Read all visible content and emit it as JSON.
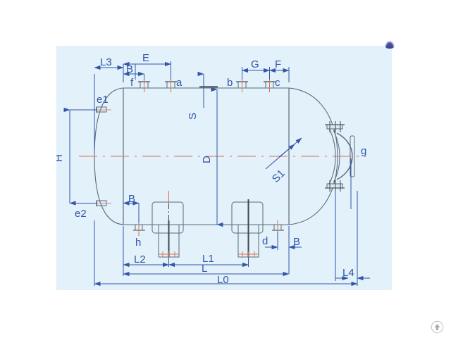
{
  "page": {
    "background_color": "#ffffff",
    "drawing_background_color": "#e2f1fa",
    "line_color": "#4a5a6a",
    "dimension_color": "#3355aa",
    "centerline_color": "#e08878",
    "nozzle_color": "#e06a4a",
    "title": "Horizontal Pressure Vessel / Storage Tank General Arrangement Drawing"
  },
  "drawing": {
    "type": "engineering-elevation-view",
    "description": "Horizontal cylindrical pressure vessel with dished heads, saddle supports, top nozzles and side manhole",
    "dimension_labels": {
      "L3": "L3",
      "E": "E",
      "B_top": "B",
      "f": "f",
      "a": "a",
      "b": "b",
      "G": "G",
      "F": "F",
      "c": "c",
      "S": "S",
      "S1": "S1",
      "e1": "e1",
      "e2": "e2",
      "H": "H",
      "D": "D",
      "g": "g",
      "B_left": "B",
      "h": "h",
      "d": "d",
      "B_right": "B",
      "L2": "L2",
      "L1": "L1",
      "L": "L",
      "L0": "L0",
      "L4": "L4"
    }
  },
  "overlay": {
    "watermark": "site-watermark",
    "scroll_top": "scroll-to-top-icon"
  }
}
